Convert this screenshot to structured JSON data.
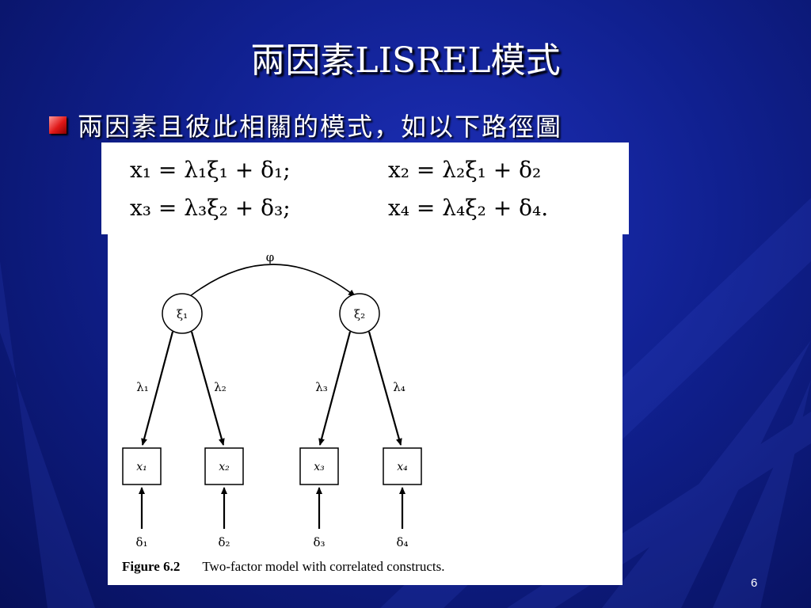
{
  "slide": {
    "title": "兩因素LISREL模式",
    "bullet": "兩因素且彼此相關的模式，如以下路徑圖",
    "page_number": "6"
  },
  "equations": [
    "x₁ = λ₁ξ₁ + δ₁;",
    "x₂ = λ₂ξ₁ + δ₂",
    "x₃ = λ₃ξ₂ + δ₃;",
    "x₄ = λ₄ξ₂ + δ₄."
  ],
  "diagram": {
    "correlation_label": "φ",
    "factors": [
      "ξ₁",
      "ξ₂"
    ],
    "loadings": [
      "λ₁",
      "λ₂",
      "λ₃",
      "λ₄"
    ],
    "indicators": [
      "x₁",
      "x₂",
      "x₃",
      "x₄"
    ],
    "errors": [
      "δ₁",
      "δ₂",
      "δ₃",
      "δ₄"
    ],
    "caption_label": "Figure 6.2",
    "caption_text": "Two-factor model with correlated constructs."
  }
}
